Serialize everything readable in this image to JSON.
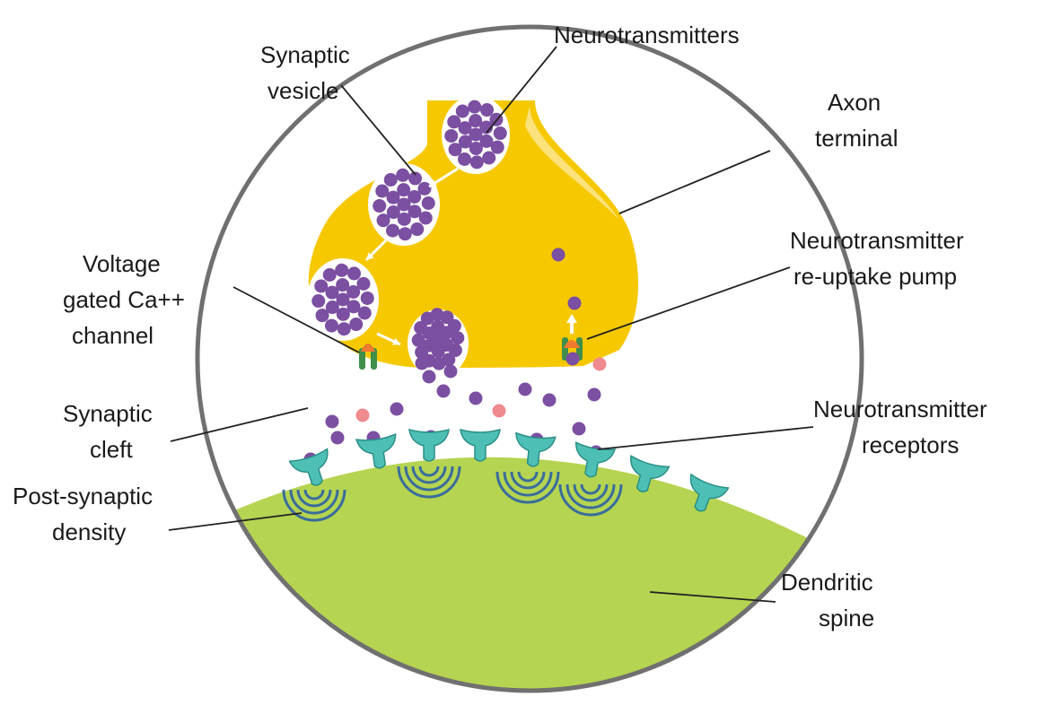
{
  "labels": {
    "neurotransmitters": [
      "Neurotransmitters"
    ],
    "synaptic_vesicle": [
      "Synaptic",
      "vesicle"
    ],
    "axon_terminal": [
      "Axon",
      "terminal"
    ],
    "reuptake_pump": [
      "Neurotransmitter",
      "re-uptake pump"
    ],
    "ca_channel": [
      "Voltage",
      "gated Ca++",
      "channel"
    ],
    "synaptic_cleft": [
      "Synaptic",
      "cleft"
    ],
    "receptors": [
      "Neurotransmitter",
      "receptors"
    ],
    "post_synaptic_density": [
      "Post-synaptic",
      "density"
    ],
    "dendritic_spine": [
      "Dendritic",
      "spine"
    ]
  },
  "colors": {
    "axon": "#f6c800",
    "axon_highlight": "#fbe27a",
    "dendrite": "#b5d451",
    "neurotransmitter": "#7b4fa1",
    "vesicle_fill": "#ffffff",
    "calcium_ion": "#ef8a8f",
    "receptor": "#4ebfb5",
    "receptor_dark": "#2a8f87",
    "channel_orange": "#f07a2e",
    "channel_green": "#3f8f4a",
    "density_arc": "#3a6c9c",
    "circle_outline": "#707070",
    "leader_line": "#222222"
  }
}
